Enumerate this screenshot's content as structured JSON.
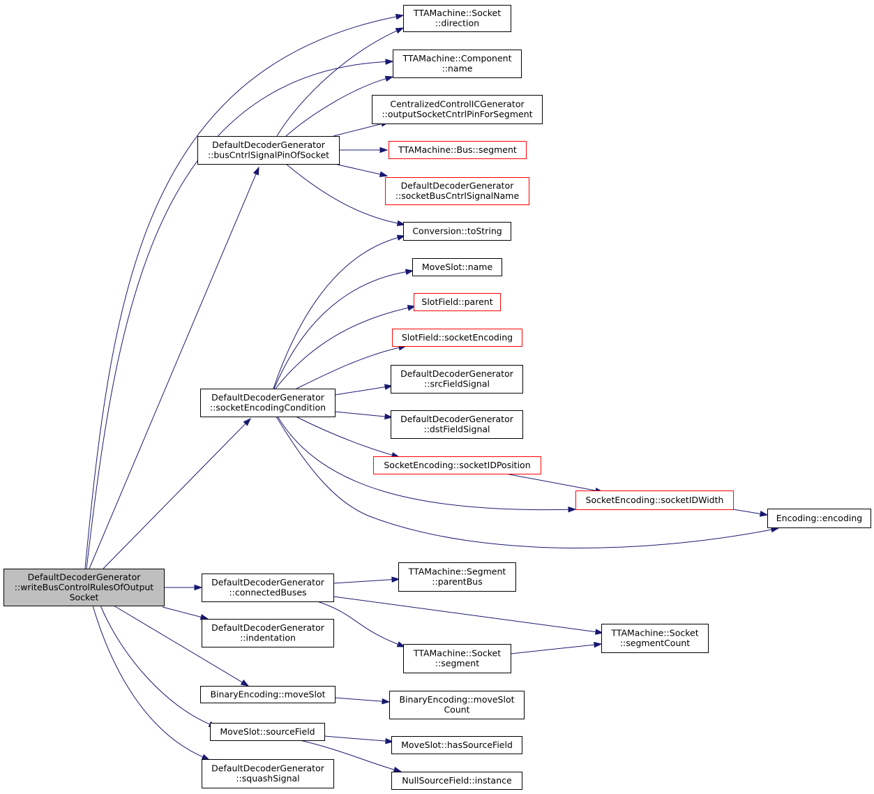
{
  "colors": {
    "edge": "#191970",
    "box_border_default": "#000000",
    "box_border_undocumented": "#ff0000",
    "box_fill_default": "#ffffff",
    "box_fill_root": "#bfbfbf"
  },
  "nodes": [
    {
      "id": "root",
      "lines": [
        "DefaultDecoderGenerator",
        "::writeBusControlRulesOfOutput",
        "Socket"
      ],
      "style": "root"
    },
    {
      "id": "busCntrl",
      "lines": [
        "DefaultDecoderGenerator",
        "::busCntrlSignalPinOfSocket"
      ],
      "style": "default"
    },
    {
      "id": "sockEncCond",
      "lines": [
        "DefaultDecoderGenerator",
        "::socketEncodingCondition"
      ],
      "style": "default"
    },
    {
      "id": "connBuses",
      "lines": [
        "DefaultDecoderGenerator",
        "::connectedBuses"
      ],
      "style": "default"
    },
    {
      "id": "indentation",
      "lines": [
        "DefaultDecoderGenerator",
        "::indentation"
      ],
      "style": "default"
    },
    {
      "id": "beMoveSlot",
      "lines": [
        "BinaryEncoding::moveSlot"
      ],
      "style": "default"
    },
    {
      "id": "msSourceField",
      "lines": [
        "MoveSlot::sourceField"
      ],
      "style": "default"
    },
    {
      "id": "squashSignal",
      "lines": [
        "DefaultDecoderGenerator",
        "::squashSignal"
      ],
      "style": "default"
    },
    {
      "id": "sockDirection",
      "lines": [
        "TTAMachine::Socket",
        "::direction"
      ],
      "style": "default"
    },
    {
      "id": "compName",
      "lines": [
        "TTAMachine::Component",
        "::name"
      ],
      "style": "default"
    },
    {
      "id": "ccicg",
      "lines": [
        "CentralizedControlICGenerator",
        "::outputSocketCntrlPinForSegment"
      ],
      "style": "default"
    },
    {
      "id": "busSegment",
      "lines": [
        "TTAMachine::Bus::segment"
      ],
      "style": "undocumented"
    },
    {
      "id": "sockBusCntrlName",
      "lines": [
        "DefaultDecoderGenerator",
        "::socketBusCntrlSignalName"
      ],
      "style": "undocumented"
    },
    {
      "id": "toString",
      "lines": [
        "Conversion::toString"
      ],
      "style": "default"
    },
    {
      "id": "msName",
      "lines": [
        "MoveSlot::name"
      ],
      "style": "default"
    },
    {
      "id": "sfParent",
      "lines": [
        "SlotField::parent"
      ],
      "style": "undocumented"
    },
    {
      "id": "sfSockEnc",
      "lines": [
        "SlotField::socketEncoding"
      ],
      "style": "undocumented"
    },
    {
      "id": "srcFieldSignal",
      "lines": [
        "DefaultDecoderGenerator",
        "::srcFieldSignal"
      ],
      "style": "default"
    },
    {
      "id": "dstFieldSignal",
      "lines": [
        "DefaultDecoderGenerator",
        "::dstFieldSignal"
      ],
      "style": "default"
    },
    {
      "id": "seIDPos",
      "lines": [
        "SocketEncoding::socketIDPosition"
      ],
      "style": "undocumented"
    },
    {
      "id": "seIDWidth",
      "lines": [
        "SocketEncoding::socketIDWidth"
      ],
      "style": "undocumented"
    },
    {
      "id": "encEncoding",
      "lines": [
        "Encoding::encoding"
      ],
      "style": "default"
    },
    {
      "id": "segParentBus",
      "lines": [
        "TTAMachine::Segment",
        "::parentBus"
      ],
      "style": "default"
    },
    {
      "id": "sockSegCount",
      "lines": [
        "TTAMachine::Socket",
        "::segmentCount"
      ],
      "style": "default"
    },
    {
      "id": "sockSegment",
      "lines": [
        "TTAMachine::Socket",
        "::segment"
      ],
      "style": "default"
    },
    {
      "id": "beMoveSlotCount",
      "lines": [
        "BinaryEncoding::moveSlot",
        "Count"
      ],
      "style": "default"
    },
    {
      "id": "msHasSource",
      "lines": [
        "MoveSlot::hasSourceField"
      ],
      "style": "default"
    },
    {
      "id": "nsfInstance",
      "lines": [
        "NullSourceField::instance"
      ],
      "style": "default"
    }
  ],
  "edges": [
    {
      "from": "root",
      "to": "sockDirection"
    },
    {
      "from": "root",
      "to": "compName"
    },
    {
      "from": "root",
      "to": "busCntrl"
    },
    {
      "from": "root",
      "to": "sockEncCond"
    },
    {
      "from": "root",
      "to": "connBuses"
    },
    {
      "from": "root",
      "to": "indentation"
    },
    {
      "from": "root",
      "to": "beMoveSlot"
    },
    {
      "from": "root",
      "to": "msSourceField"
    },
    {
      "from": "root",
      "to": "squashSignal"
    },
    {
      "from": "busCntrl",
      "to": "sockDirection"
    },
    {
      "from": "busCntrl",
      "to": "compName"
    },
    {
      "from": "busCntrl",
      "to": "ccicg"
    },
    {
      "from": "busCntrl",
      "to": "busSegment"
    },
    {
      "from": "busCntrl",
      "to": "sockBusCntrlName"
    },
    {
      "from": "busCntrl",
      "to": "toString"
    },
    {
      "from": "sockEncCond",
      "to": "toString"
    },
    {
      "from": "sockEncCond",
      "to": "msName"
    },
    {
      "from": "sockEncCond",
      "to": "sfParent"
    },
    {
      "from": "sockEncCond",
      "to": "sfSockEnc"
    },
    {
      "from": "sockEncCond",
      "to": "srcFieldSignal"
    },
    {
      "from": "sockEncCond",
      "to": "dstFieldSignal"
    },
    {
      "from": "sockEncCond",
      "to": "seIDPos"
    },
    {
      "from": "sockEncCond",
      "to": "seIDWidth"
    },
    {
      "from": "sockEncCond",
      "to": "encEncoding"
    },
    {
      "from": "seIDPos",
      "to": "seIDWidth"
    },
    {
      "from": "seIDWidth",
      "to": "encEncoding"
    },
    {
      "from": "connBuses",
      "to": "segParentBus"
    },
    {
      "from": "connBuses",
      "to": "sockSegCount"
    },
    {
      "from": "connBuses",
      "to": "sockSegment"
    },
    {
      "from": "sockSegment",
      "to": "sockSegCount"
    },
    {
      "from": "beMoveSlot",
      "to": "beMoveSlotCount"
    },
    {
      "from": "msSourceField",
      "to": "msHasSource"
    },
    {
      "from": "msSourceField",
      "to": "nsfInstance"
    }
  ]
}
